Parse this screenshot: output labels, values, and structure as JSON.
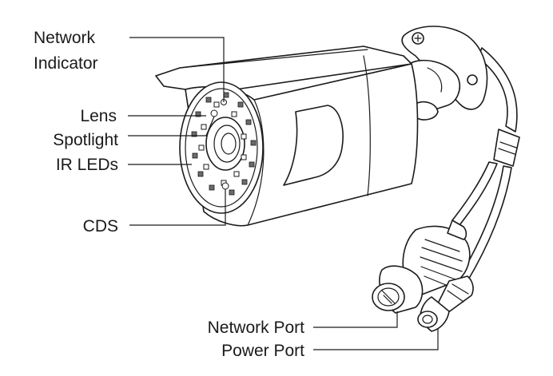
{
  "labels": {
    "network_indicator_line1": "Network",
    "network_indicator_line2": "Indicator",
    "lens": "Lens",
    "spotlight": "Spotlight",
    "ir_leds": "IR LEDs",
    "cds": "CDS",
    "network_port": "Network Port",
    "power_port": "Power Port"
  }
}
